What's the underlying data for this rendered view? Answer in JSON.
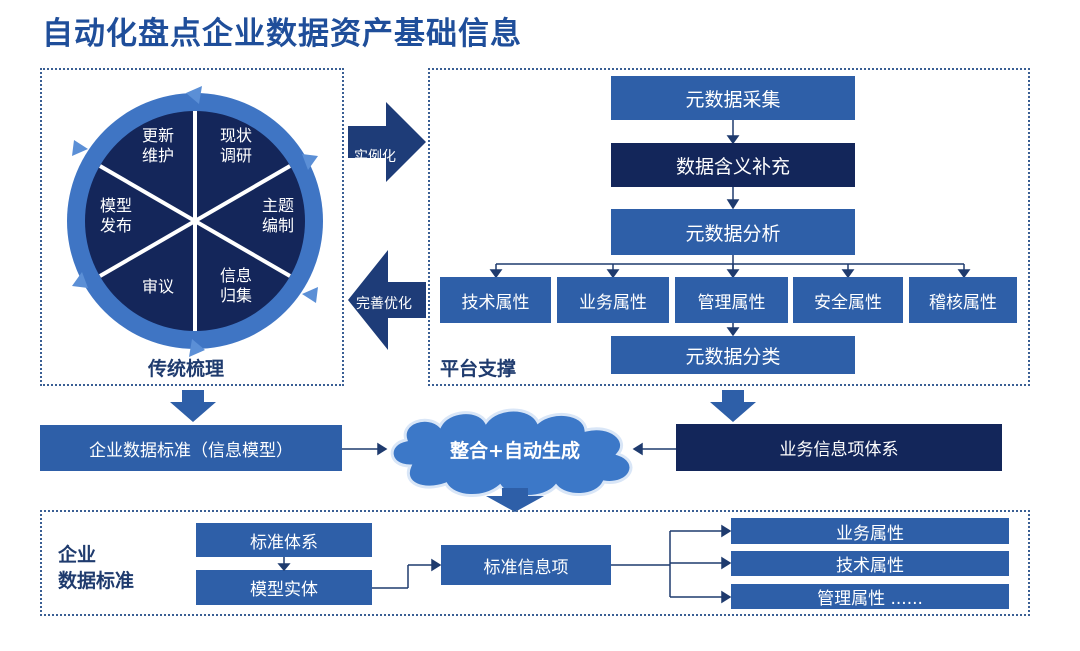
{
  "title": "自动化盘点企业数据资产基础信息",
  "traditional": {
    "label": "传统梳理",
    "segments": [
      {
        "line1": "更新",
        "line2": "维护"
      },
      {
        "line1": "现状",
        "line2": "调研"
      },
      {
        "line1": "主题",
        "line2": "编制"
      },
      {
        "line1": "信息",
        "line2": "归集"
      },
      {
        "line1": "审议",
        "line2": ""
      },
      {
        "line1": "模型",
        "line2": "发布"
      }
    ]
  },
  "arrows": {
    "instantiate": "实例化",
    "improve": "完善优化"
  },
  "platform": {
    "label": "平台支撑",
    "collect": "元数据采集",
    "supplement": "数据含义补充",
    "analyze": "元数据分析",
    "attributes": [
      "技术属性",
      "业务属性",
      "管理属性",
      "安全属性",
      "稽核属性"
    ],
    "classify": "元数据分类"
  },
  "middle": {
    "left": "企业数据标准（信息模型）",
    "cloud": "整合+自动生成",
    "right": "业务信息项体系"
  },
  "standard": {
    "label_line1": "企业",
    "label_line2": "数据标准",
    "system": "标准体系",
    "entity": "模型实体",
    "item": "标准信息项",
    "attributes": [
      "业务属性",
      "技术属性",
      "管理属性 ......"
    ]
  },
  "colors": {
    "dark": "#13265a",
    "mid": "#2e5fa8",
    "circle": "#2a5aa4",
    "title": "#1f4e9a"
  }
}
